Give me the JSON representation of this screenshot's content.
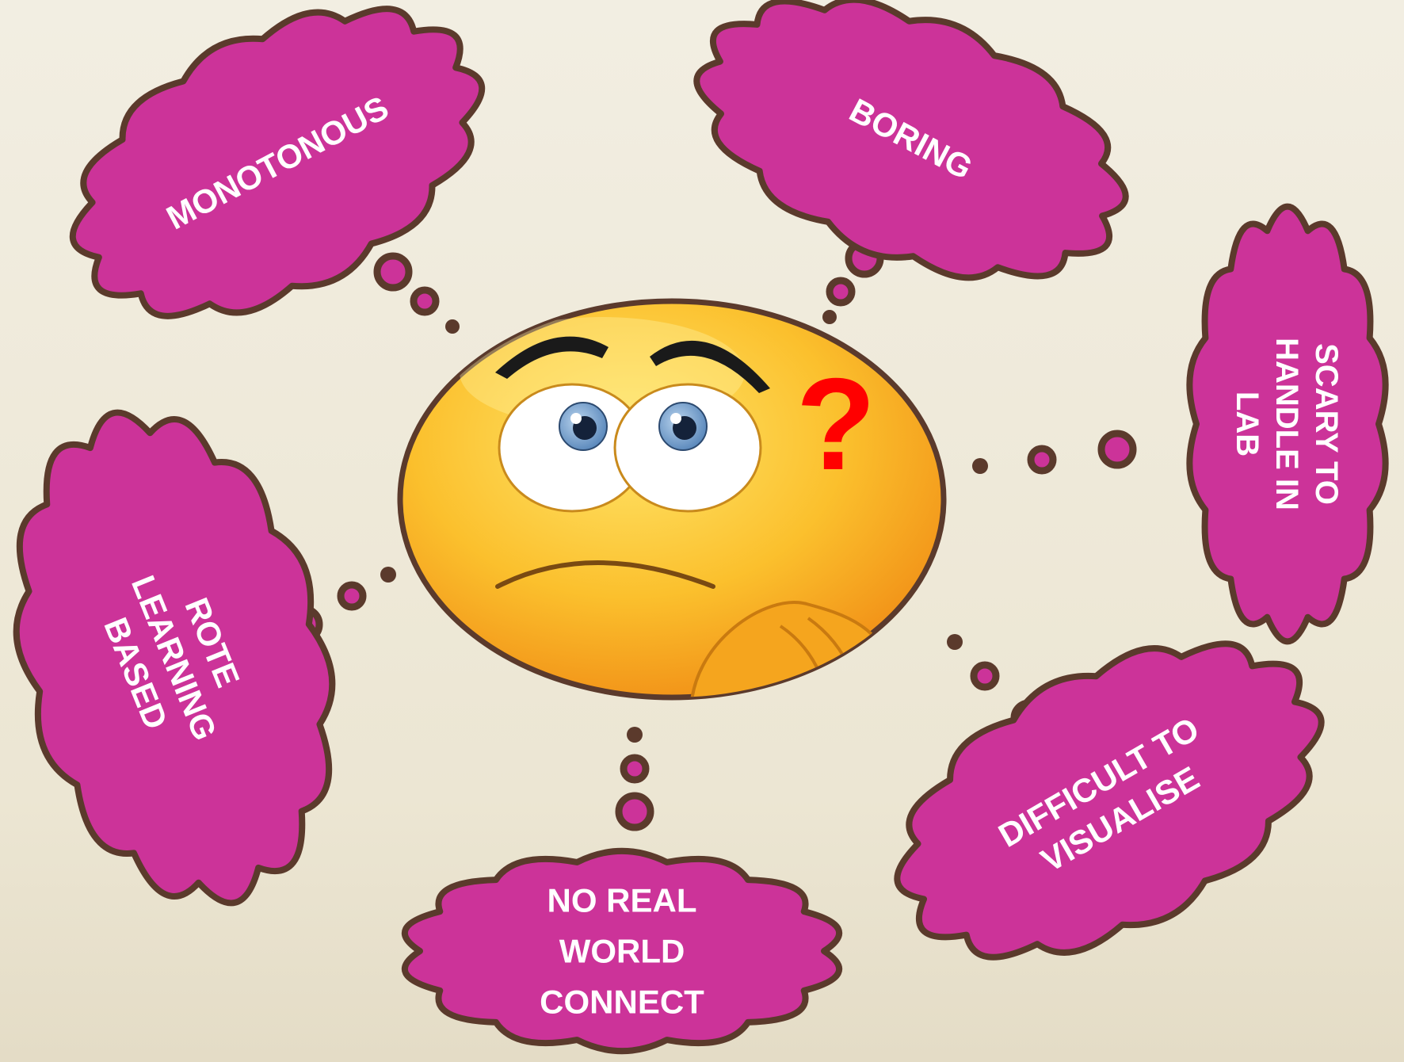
{
  "clouds": [
    {
      "lines": [
        "MONOTONOUS"
      ]
    },
    {
      "lines": [
        "BORING"
      ]
    },
    {
      "lines": [
        "SCARY TO",
        "HANDLE IN",
        "LAB"
      ]
    },
    {
      "lines": [
        "DIFFICULT TO",
        "VISUALISE"
      ]
    },
    {
      "lines": [
        "NO REAL",
        "WORLD",
        "CONNECT"
      ]
    },
    {
      "lines": [
        "ROTE",
        "LEARNING",
        "BASED"
      ]
    }
  ],
  "face": {
    "mark": "?"
  },
  "colors": {
    "cloud_fill": "#cc3399",
    "outline": "#5b3a2c",
    "face_fill": "#f7a81c",
    "question_mark": "#ff0000",
    "label_text": "#ffffff"
  }
}
